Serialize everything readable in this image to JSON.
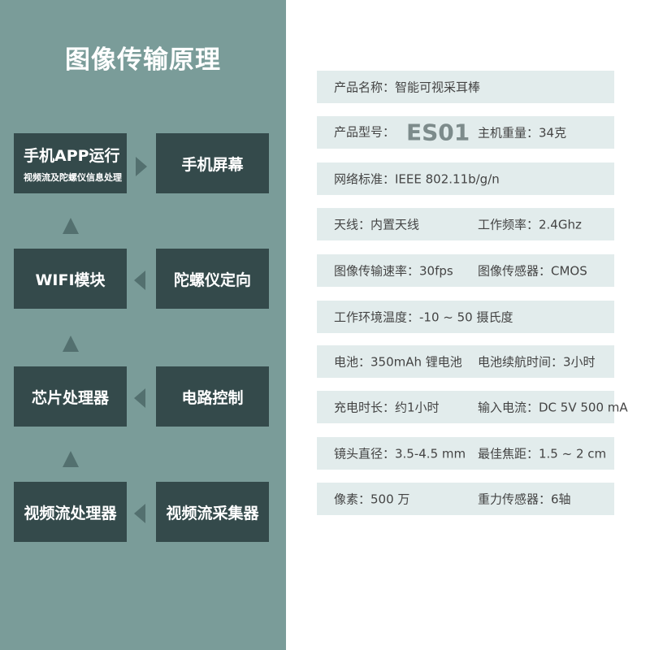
{
  "title": "图像传输原理",
  "flow": {
    "app_run": "手机APP运行",
    "app_sub": "视频流及陀螺仪信息处理",
    "screen": "手机屏幕",
    "wifi": "WIFI模块",
    "gyro": "陀螺仪定向",
    "chip": "芯片处理器",
    "circuit": "电路控制",
    "video_proc": "视频流处理器",
    "video_cap": "视频流采集器"
  },
  "specs": [
    {
      "a": "产品名称：智能可视采耳棒"
    },
    {
      "a_label": "产品型号：",
      "a_value": "ES01",
      "b": "主机重量：34克"
    },
    {
      "a": "网络标准：IEEE 802.11b/g/n"
    },
    {
      "a": "天线：内置天线",
      "b": "工作频率：2.4Ghz"
    },
    {
      "a": "图像传输速率：30fps",
      "b": "图像传感器：CMOS"
    },
    {
      "a": "工作环境温度：-10 ~ 50 摄氏度"
    },
    {
      "a": "电池：350mAh 锂电池",
      "b": "电池续航时间：3小时"
    },
    {
      "a": "充电时长：约1小时",
      "b": "输入电流：DC 5V 500 mA"
    },
    {
      "a": "镜头直径：3.5-4.5 mm",
      "b": "最佳焦距：1.5 ~ 2 cm"
    },
    {
      "a": "像素：500 万",
      "b": "重力传感器：6轴"
    }
  ]
}
